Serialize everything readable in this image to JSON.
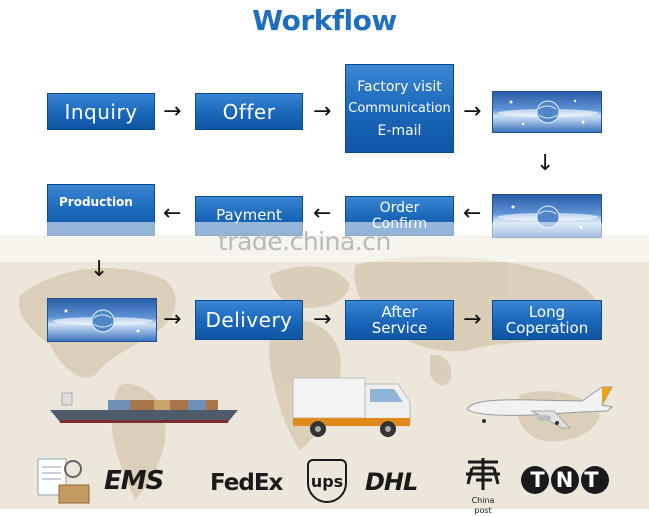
{
  "title": "Workflow",
  "steps": {
    "inquiry": "Inquiry",
    "offer": "Offer",
    "factory": [
      "Factory visit",
      "Communication",
      "E-mail"
    ],
    "order": [
      "Order",
      "Confirm"
    ],
    "payment": "Payment",
    "production": [
      "Production"
    ],
    "delivery": "Delivery",
    "after_service": [
      "After",
      "Service"
    ],
    "long_cooperation": [
      "Long",
      "Coperation"
    ]
  },
  "watermark": "trade.china.cn",
  "carriers": [
    "EMS",
    "FedEx",
    "ups",
    "DHL",
    "China post",
    "TNT"
  ],
  "colors": {
    "box": "#1a66b8",
    "title": "#1f6fc1",
    "arrow": "#111111"
  }
}
